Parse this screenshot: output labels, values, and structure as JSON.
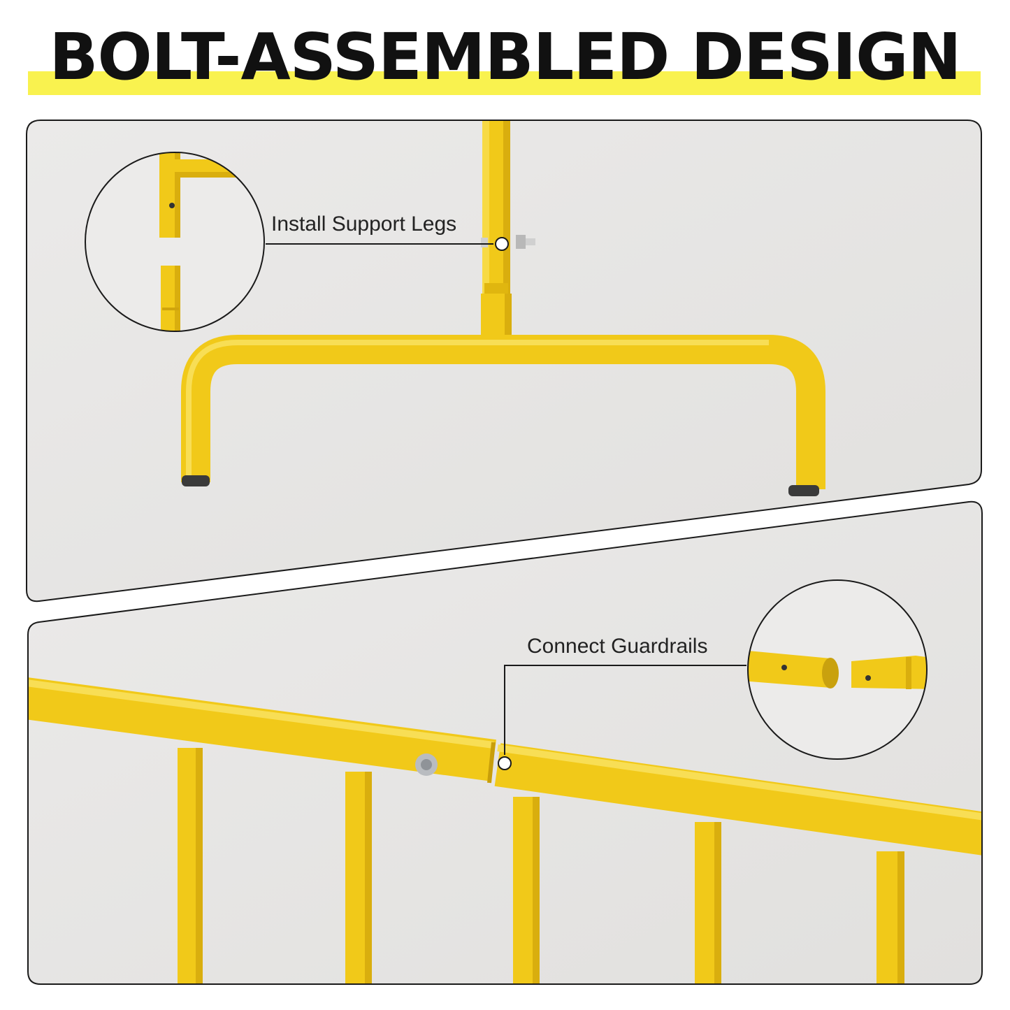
{
  "title": "BOLT-ASSEMBLED DESIGN",
  "colors": {
    "highlight": "#f9f24f",
    "rail_yellow": "#f1c919",
    "panel_bg": "#ecebea",
    "outline": "#1a1a1a"
  },
  "panels": [
    {
      "callout": "Install Support Legs",
      "icon": "support-leg-joint-icon"
    },
    {
      "callout": "Connect Guardrails",
      "icon": "guardrail-joint-icon"
    }
  ]
}
